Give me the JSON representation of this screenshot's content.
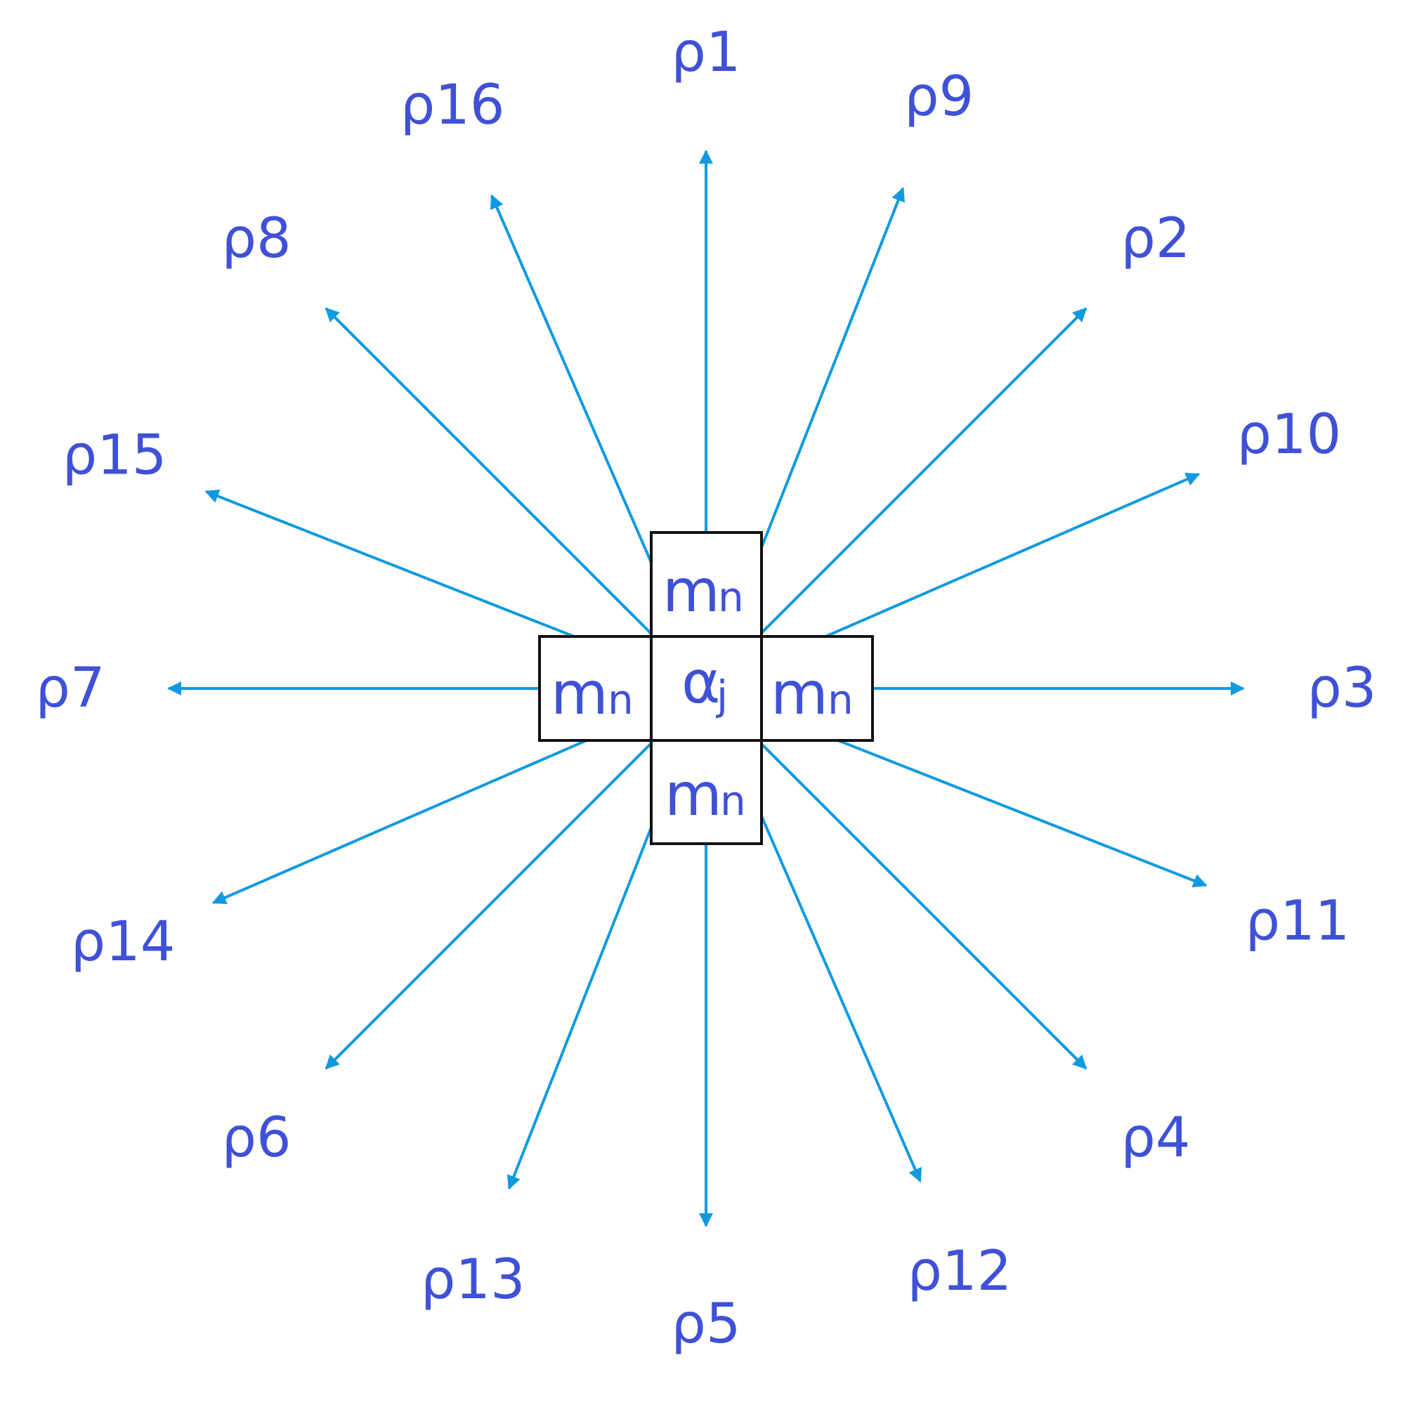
{
  "colors": {
    "arrow": "#0f9ae0",
    "label": "#3f51d6",
    "box_stroke": "#111111"
  },
  "center_cell": {
    "main": "α",
    "sub": "j"
  },
  "neighbor_cells": [
    {
      "position": "top",
      "main": "m",
      "sub": "n"
    },
    {
      "position": "left",
      "main": "m",
      "sub": "n"
    },
    {
      "position": "right",
      "main": "m",
      "sub": "n"
    },
    {
      "position": "bottom",
      "main": "m",
      "sub": "n"
    }
  ],
  "rays": [
    {
      "label": "ρ1",
      "angle_deg": 90
    },
    {
      "label": "ρ2",
      "angle_deg": 45
    },
    {
      "label": "ρ3",
      "angle_deg": 0
    },
    {
      "label": "ρ4",
      "angle_deg": -45
    },
    {
      "label": "ρ5",
      "angle_deg": -90
    },
    {
      "label": "ρ6",
      "angle_deg": -135
    },
    {
      "label": "ρ7",
      "angle_deg": 180
    },
    {
      "label": "ρ8",
      "angle_deg": 135
    },
    {
      "label": "ρ9",
      "angle_deg": 68.5
    },
    {
      "label": "ρ10",
      "angle_deg": 23.5
    },
    {
      "label": "ρ11",
      "angle_deg": -21.5
    },
    {
      "label": "ρ12",
      "angle_deg": -66.5
    },
    {
      "label": "ρ13",
      "angle_deg": -111.5
    },
    {
      "label": "ρ14",
      "angle_deg": -156.5
    },
    {
      "label": "ρ15",
      "angle_deg": 158.5
    },
    {
      "label": "ρ16",
      "angle_deg": 113.5
    }
  ]
}
